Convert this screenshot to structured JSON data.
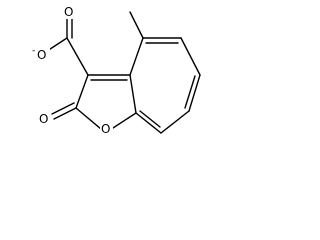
{
  "molecule": {
    "atom_labels": {
      "carboxylate_o_minus": "O",
      "carboxylate_o_double": "O",
      "ring_oxygen": "O",
      "lactone_carbonyl_o": "O"
    },
    "charges": {
      "carboxylate_charge": "-"
    },
    "colors": {
      "bond": "#000000",
      "text": "#000000",
      "background": "#ffffff"
    }
  }
}
